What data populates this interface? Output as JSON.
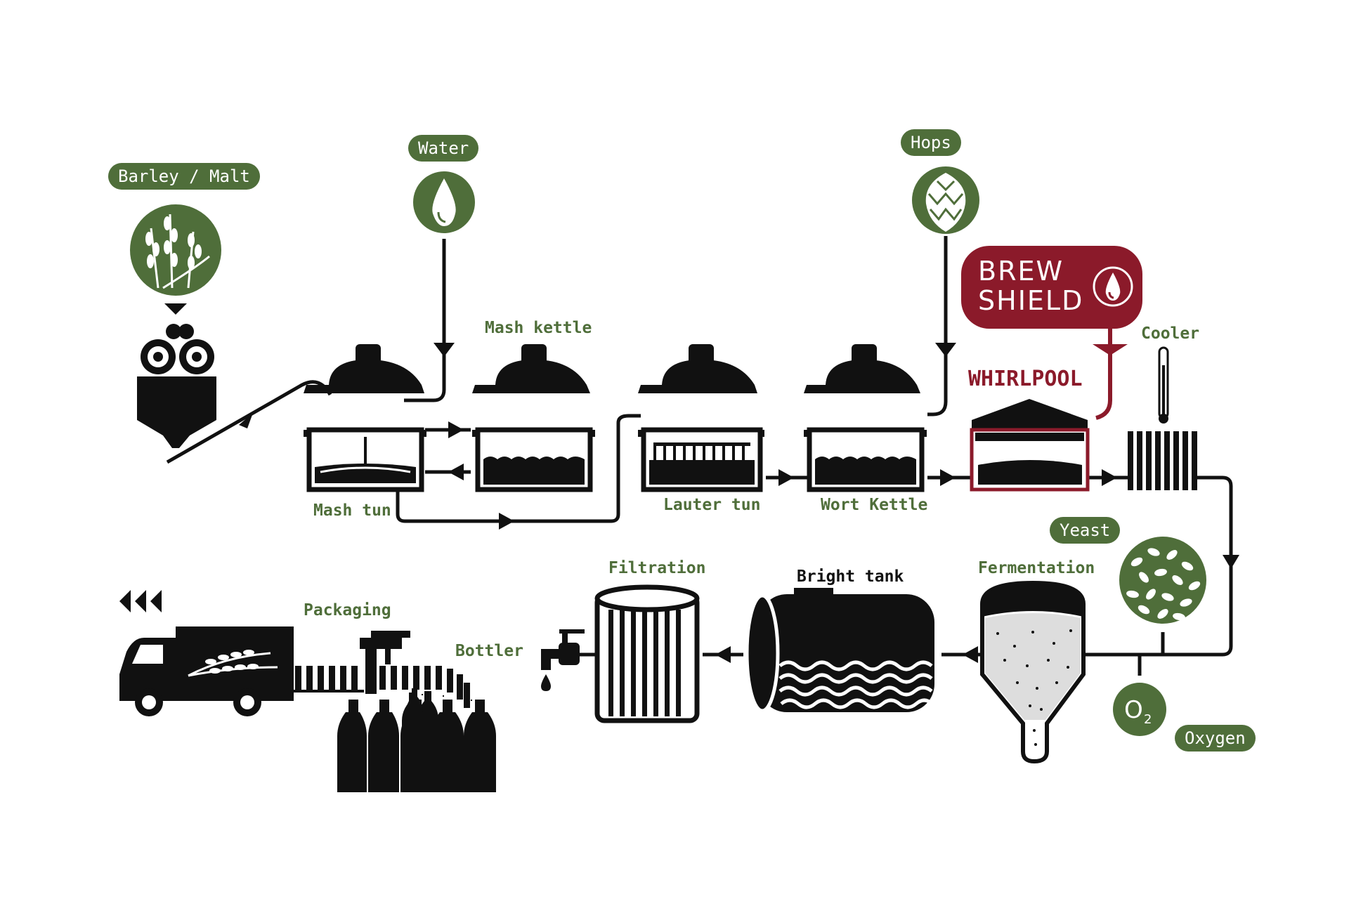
{
  "inputs": {
    "barley": "Barley / Malt",
    "water": "Water",
    "hops": "Hops",
    "yeast": "Yeast",
    "oxygen": "Oxygen",
    "oxygen_symbol": "O",
    "oxygen_sub": "2"
  },
  "stages": {
    "mash_kettle": "Mash kettle",
    "mash_tun": "Mash tun",
    "lauter_tun": "Lauter tun",
    "wort_kettle": "Wort Kettle",
    "whirlpool": "WHIRLPOOL",
    "cooler": "Cooler",
    "fermentation": "Fermentation",
    "bright_tank": "Bright tank",
    "filtration": "Filtration",
    "bottler": "Bottler",
    "packaging": "Packaging"
  },
  "brand": {
    "line1": "BREW",
    "line2": "SHIELD"
  },
  "colors": {
    "green": "#4f6e3a",
    "brand_red": "#8b1a2a",
    "ink": "#111111"
  },
  "icons": [
    "wheat-icon",
    "water-drop-icon",
    "hop-cone-icon",
    "yeast-icon",
    "oxygen-icon",
    "thermometer-icon",
    "truck-icon",
    "tap-icon",
    "bottle-icon",
    "arrow-icon"
  ]
}
